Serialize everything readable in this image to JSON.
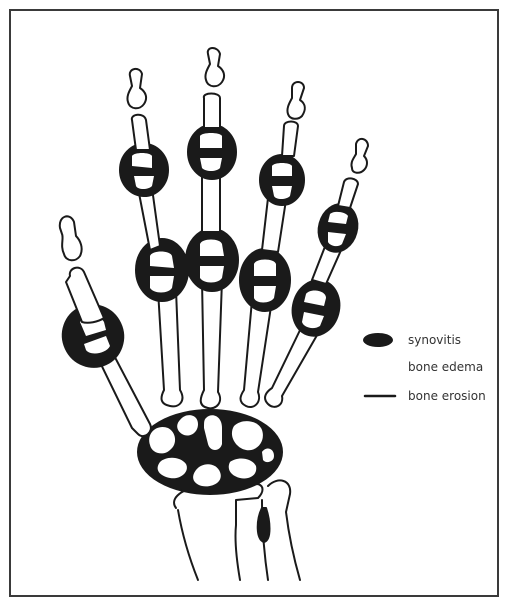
{
  "diagram": {
    "legend": [
      {
        "key": "synovitis",
        "label": "synovitis",
        "symbol": "filled-ellipse"
      },
      {
        "key": "bone_edema",
        "label": "bone edema",
        "symbol": "none"
      },
      {
        "key": "bone_erosion",
        "label": "bone erosion",
        "symbol": "line"
      }
    ],
    "colors": {
      "lesion": "#1a1a1a",
      "bone_fill": "#ffffff",
      "outline": "#1a1a1a",
      "frame": "#3a3a3a"
    }
  }
}
